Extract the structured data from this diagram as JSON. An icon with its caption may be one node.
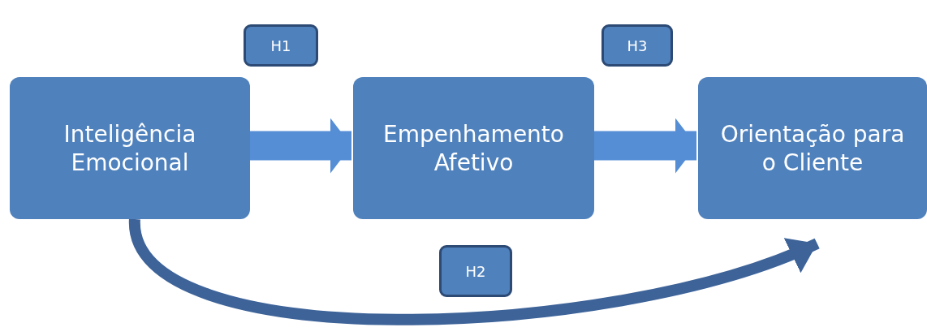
{
  "diagram": {
    "nodes": [
      {
        "text": [
          "H1"
        ]
      },
      {
        "text": [
          "H3"
        ]
      },
      {
        "text": [
          "Inteligência Emocional"
        ]
      },
      {
        "text": [
          "Empenhamento Afetivo"
        ]
      },
      {
        "text": [
          "Orientação para o Cliente"
        ]
      },
      {
        "text": [
          "H2"
        ]
      }
    ],
    "edges": [
      {
        "from": 2,
        "to": 3,
        "arrow": "to"
      },
      {
        "from": 3,
        "to": 4,
        "arrow": "to"
      },
      {
        "from": 2,
        "to": 4,
        "arrow": "to",
        "color": "#3d6399"
      }
    ]
  }
}
